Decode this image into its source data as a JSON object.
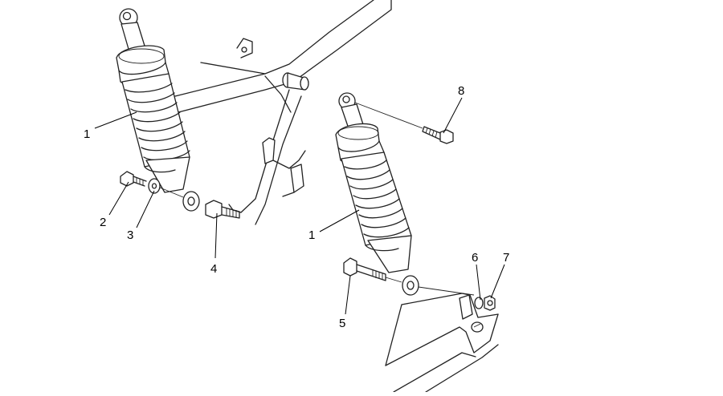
{
  "diagram": {
    "callouts": [
      {
        "id": "callout-1-left",
        "label": "1"
      },
      {
        "id": "callout-2",
        "label": "2"
      },
      {
        "id": "callout-3",
        "label": "3"
      },
      {
        "id": "callout-4",
        "label": "4"
      },
      {
        "id": "callout-1-right",
        "label": "1"
      },
      {
        "id": "callout-5",
        "label": "5"
      },
      {
        "id": "callout-6",
        "label": "6"
      },
      {
        "id": "callout-7",
        "label": "7"
      },
      {
        "id": "callout-8",
        "label": "8"
      }
    ]
  }
}
